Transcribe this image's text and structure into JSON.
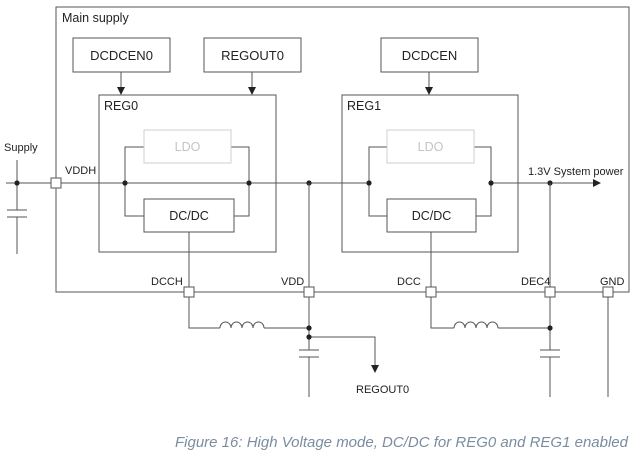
{
  "labels": {
    "main_supply": "Main supply",
    "dcdcen0": "DCDCEN0",
    "regout0_top": "REGOUT0",
    "dcdcen": "DCDCEN",
    "reg0": "REG0",
    "reg1": "REG1",
    "ldo0": "LDO",
    "ldo1": "LDO",
    "dcdc0": "DC/DC",
    "dcdc1": "DC/DC",
    "supply": "Supply",
    "vddh": "VDDH",
    "system_power": "1.3V System power",
    "dcch": "DCCH",
    "vdd": "VDD",
    "dcc": "DCC",
    "dec4": "DEC4",
    "gnd": "GND",
    "regout0_bottom": "REGOUT0"
  },
  "caption": "Figure 16: High Voltage mode, DC/DC for REG0 and REG1 enabled",
  "colors": {
    "line": "#555555",
    "disabled_block": "#c4c4c4",
    "caption": "#7b8da0"
  }
}
